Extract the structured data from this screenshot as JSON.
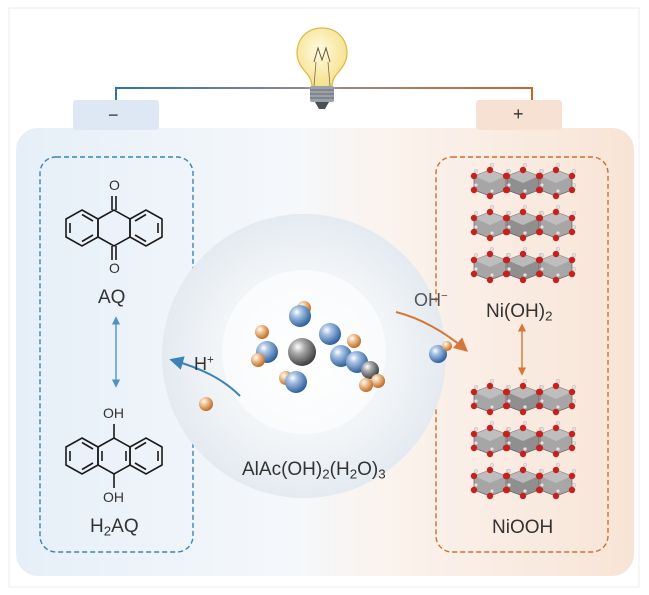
{
  "terminals": {
    "negative": "−",
    "positive": "+"
  },
  "left_electrode": {
    "top_molecule": {
      "label": "AQ",
      "substituent": "O"
    },
    "bottom_molecule": {
      "label_main": "H",
      "label_sub": "2",
      "label_tail": "AQ",
      "substituent": "OH"
    }
  },
  "right_electrode": {
    "top_material": {
      "label_main": "Ni(OH)",
      "label_sub": "2"
    },
    "bottom_material": {
      "label": "NiOOH"
    }
  },
  "electrolyte": {
    "formula": {
      "part1": "AlAc(OH)",
      "sub1": "2",
      "part2": "(H",
      "sub2": "2",
      "part3": "O)",
      "sub3": "3"
    },
    "cation": {
      "main": "H",
      "sup": "+"
    },
    "anion": {
      "main": "OH",
      "sup": "−"
    }
  },
  "icons": [
    "light-bulb-icon",
    "wire",
    "anthraquinone-structure",
    "hydroquinone-structure",
    "octahedral-layer-structure",
    "molecular-cluster"
  ],
  "colors": {
    "negative_side": "#2e74a8",
    "positive_side": "#c4672e",
    "oxygen_atom": "#c8201f",
    "hydrogen_atom": "#e3e3e3"
  }
}
